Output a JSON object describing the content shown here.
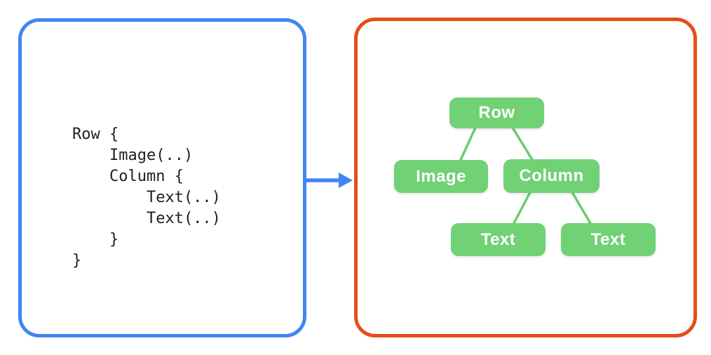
{
  "colors": {
    "code-panel-border": "#4285F4",
    "tree-panel-border": "#E64D1A",
    "arrow-blue": "#4285F4",
    "node-green": "#70D175",
    "edge-green": "#69CD6F",
    "code-text": "#202124"
  },
  "code_panel": {
    "code": "Row {\n    Image(..)\n    Column {\n        Text(..)\n        Text(..)\n    }\n}"
  },
  "tree_panel": {
    "nodes": [
      {
        "id": "row",
        "label": "Row"
      },
      {
        "id": "image",
        "label": "Image"
      },
      {
        "id": "column",
        "label": "Column"
      },
      {
        "id": "text-1",
        "label": "Text"
      },
      {
        "id": "text-2",
        "label": "Text"
      }
    ],
    "edges": [
      {
        "from": "row",
        "to": "image"
      },
      {
        "from": "row",
        "to": "column"
      },
      {
        "from": "column",
        "to": "text-1"
      },
      {
        "from": "column",
        "to": "text-2"
      }
    ]
  }
}
